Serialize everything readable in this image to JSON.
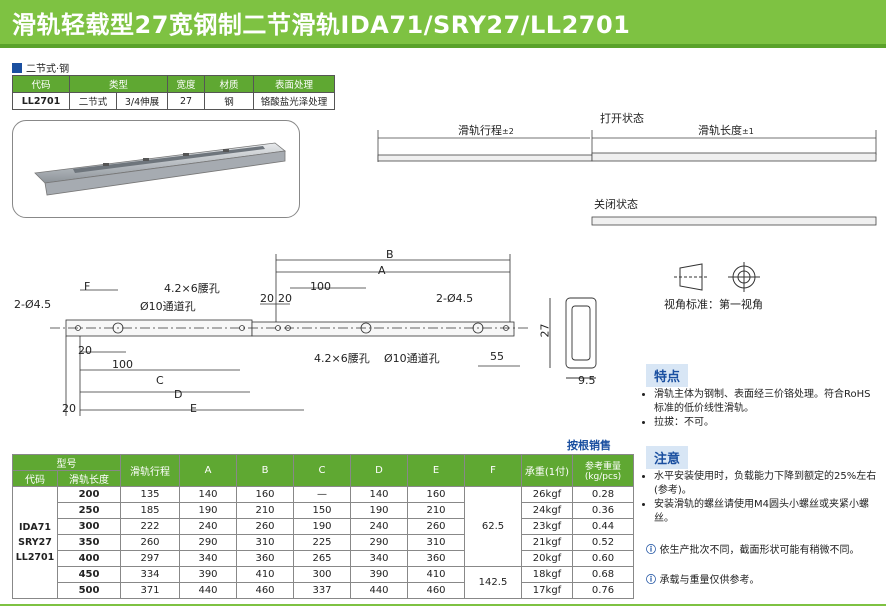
{
  "header": {
    "title": "滑轨轻载型27宽钢制二节滑轨IDA71/SRY27/LL2701"
  },
  "spec": {
    "heading": "二节式·钢",
    "columns": [
      "代码",
      "类型",
      "宽度",
      "材质",
      "表面处理"
    ],
    "row": {
      "code": "LL2701",
      "type1": "二节式",
      "type2": "3/4伸展",
      "width": "27",
      "material": "钢",
      "surface": "铬酸盐光泽处理"
    }
  },
  "states": {
    "open": "打开状态",
    "closed": "关闭状态",
    "travel": "滑轨行程",
    "travel_tol": "±2",
    "length": "滑轨长度",
    "length_tol": "±1"
  },
  "view": {
    "label": "视角标准：第一视角"
  },
  "drawing": {
    "B": "B",
    "A": "A",
    "C": "C",
    "D": "D",
    "E": "E",
    "F": "F",
    "hole_left": "2-Ø4.5",
    "hole_right": "2-Ø4.5",
    "waist_top": "4.2×6腰孔",
    "waist_bottom": "4.2×6腰孔",
    "pass_top": "Ø10通道孔",
    "pass_bottom": "Ø10通道孔",
    "d100_top": "100",
    "d100_bottom": "100",
    "d20a": "20",
    "d20b": "20",
    "d20c": "20",
    "d20d": "20",
    "d55": "55",
    "d27": "27",
    "d95": "9.5"
  },
  "features": {
    "title": "特点",
    "items": [
      "滑轨主体为钢制、表面经三价铬处理。符合RoHS标准的低价线性滑轨。",
      "拉拔：不可。"
    ]
  },
  "notes": {
    "title": "注意",
    "items": [
      "水平安装使用时，负载能力下降到额定的25%左右(参考)。",
      "安装滑轨的螺丝请使用M4圆头小螺丝或夹紧小螺丝。"
    ],
    "warn1": "依生产批次不同，截面形状可能有稍微不同。",
    "warn2": "承载与重量仅供参考。"
  },
  "sale": "按根销售",
  "table": {
    "group_header": "型号",
    "code_header": "代码",
    "length_header": "滑轨长度",
    "headers": [
      "滑轨行程",
      "A",
      "B",
      "C",
      "D",
      "E",
      "F",
      "承重(1付)",
      "参考重量(kg/pcs)"
    ],
    "code_lines": [
      "IDA71",
      "SRY27",
      "LL2701"
    ],
    "f_values": [
      "62.5",
      "142.5"
    ],
    "rows": [
      [
        "200",
        "135",
        "140",
        "160",
        "—",
        "140",
        "160",
        "26kgf",
        "0.28"
      ],
      [
        "250",
        "185",
        "190",
        "210",
        "150",
        "190",
        "210",
        "24kgf",
        "0.36"
      ],
      [
        "300",
        "222",
        "240",
        "260",
        "190",
        "240",
        "260",
        "23kgf",
        "0.44"
      ],
      [
        "350",
        "260",
        "290",
        "310",
        "225",
        "290",
        "310",
        "21kgf",
        "0.52"
      ],
      [
        "400",
        "297",
        "340",
        "360",
        "265",
        "340",
        "360",
        "20kgf",
        "0.60"
      ],
      [
        "450",
        "334",
        "390",
        "410",
        "300",
        "390",
        "410",
        "18kgf",
        "0.68"
      ],
      [
        "500",
        "371",
        "440",
        "460",
        "337",
        "440",
        "460",
        "17kgf",
        "0.76"
      ]
    ]
  },
  "colors": {
    "header_green": "#7ec242",
    "table_green": "#5fa832",
    "accent_blue": "#1a4fa0"
  }
}
